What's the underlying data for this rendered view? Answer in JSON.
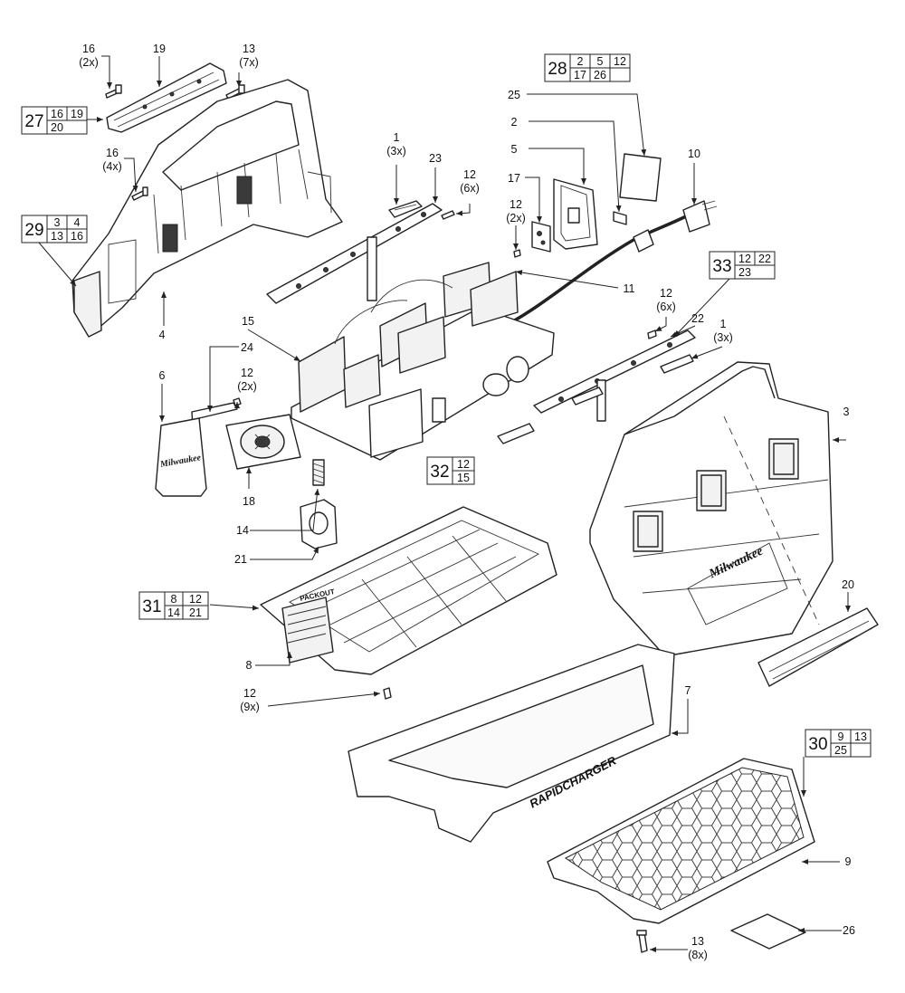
{
  "diagram": {
    "callouts": [
      {
        "id": "c16a",
        "num": "16",
        "qty": "(2x)"
      },
      {
        "id": "c19",
        "num": "19",
        "qty": ""
      },
      {
        "id": "c13a",
        "num": "13",
        "qty": "(7x)"
      },
      {
        "id": "c16b",
        "num": "16",
        "qty": "(4x)"
      },
      {
        "id": "c4",
        "num": "4",
        "qty": ""
      },
      {
        "id": "c1a",
        "num": "1",
        "qty": "(3x)"
      },
      {
        "id": "c23",
        "num": "23",
        "qty": ""
      },
      {
        "id": "c12a",
        "num": "12",
        "qty": "(6x)"
      },
      {
        "id": "c25",
        "num": "25",
        "qty": ""
      },
      {
        "id": "c2",
        "num": "2",
        "qty": ""
      },
      {
        "id": "c5",
        "num": "5",
        "qty": ""
      },
      {
        "id": "c17",
        "num": "17",
        "qty": ""
      },
      {
        "id": "c12b",
        "num": "12",
        "qty": "(2x)"
      },
      {
        "id": "c10",
        "num": "10",
        "qty": ""
      },
      {
        "id": "c11",
        "num": "11",
        "qty": ""
      },
      {
        "id": "c12c",
        "num": "12",
        "qty": "(6x)"
      },
      {
        "id": "c22",
        "num": "22",
        "qty": ""
      },
      {
        "id": "c1b",
        "num": "1",
        "qty": "(3x)"
      },
      {
        "id": "c15",
        "num": "15",
        "qty": ""
      },
      {
        "id": "c24",
        "num": "24",
        "qty": ""
      },
      {
        "id": "c12d",
        "num": "12",
        "qty": "(2x)"
      },
      {
        "id": "c6",
        "num": "6",
        "qty": ""
      },
      {
        "id": "c3",
        "num": "3",
        "qty": ""
      },
      {
        "id": "c18",
        "num": "18",
        "qty": ""
      },
      {
        "id": "c14",
        "num": "14",
        "qty": ""
      },
      {
        "id": "c21",
        "num": "21",
        "qty": ""
      },
      {
        "id": "c20",
        "num": "20",
        "qty": ""
      },
      {
        "id": "c8",
        "num": "8",
        "qty": ""
      },
      {
        "id": "c12e",
        "num": "12",
        "qty": "(9x)"
      },
      {
        "id": "c7",
        "num": "7",
        "qty": ""
      },
      {
        "id": "c9",
        "num": "9",
        "qty": ""
      },
      {
        "id": "c26",
        "num": "26",
        "qty": ""
      },
      {
        "id": "c13b",
        "num": "13",
        "qty": "(8x)"
      }
    ],
    "kits": [
      {
        "id": "k27",
        "kit": "27",
        "parts": [
          "16",
          "19",
          "20"
        ]
      },
      {
        "id": "k28",
        "kit": "28",
        "parts": [
          "2",
          "5",
          "12",
          "17",
          "26"
        ]
      },
      {
        "id": "k29",
        "kit": "29",
        "parts": [
          "3",
          "4",
          "13",
          "16"
        ]
      },
      {
        "id": "k33",
        "kit": "33",
        "parts": [
          "12",
          "22",
          "23"
        ]
      },
      {
        "id": "k32",
        "kit": "32",
        "parts": [
          "12",
          "15"
        ]
      },
      {
        "id": "k31",
        "kit": "31",
        "parts": [
          "8",
          "12",
          "14",
          "21"
        ]
      },
      {
        "id": "k30",
        "kit": "30",
        "parts": [
          "9",
          "13",
          "25"
        ]
      }
    ],
    "brand_text": {
      "cover": "Milwaukee",
      "housing": "Milwaukee",
      "frame": "RAPIDCHARGER",
      "base": "PACKOUT"
    }
  }
}
